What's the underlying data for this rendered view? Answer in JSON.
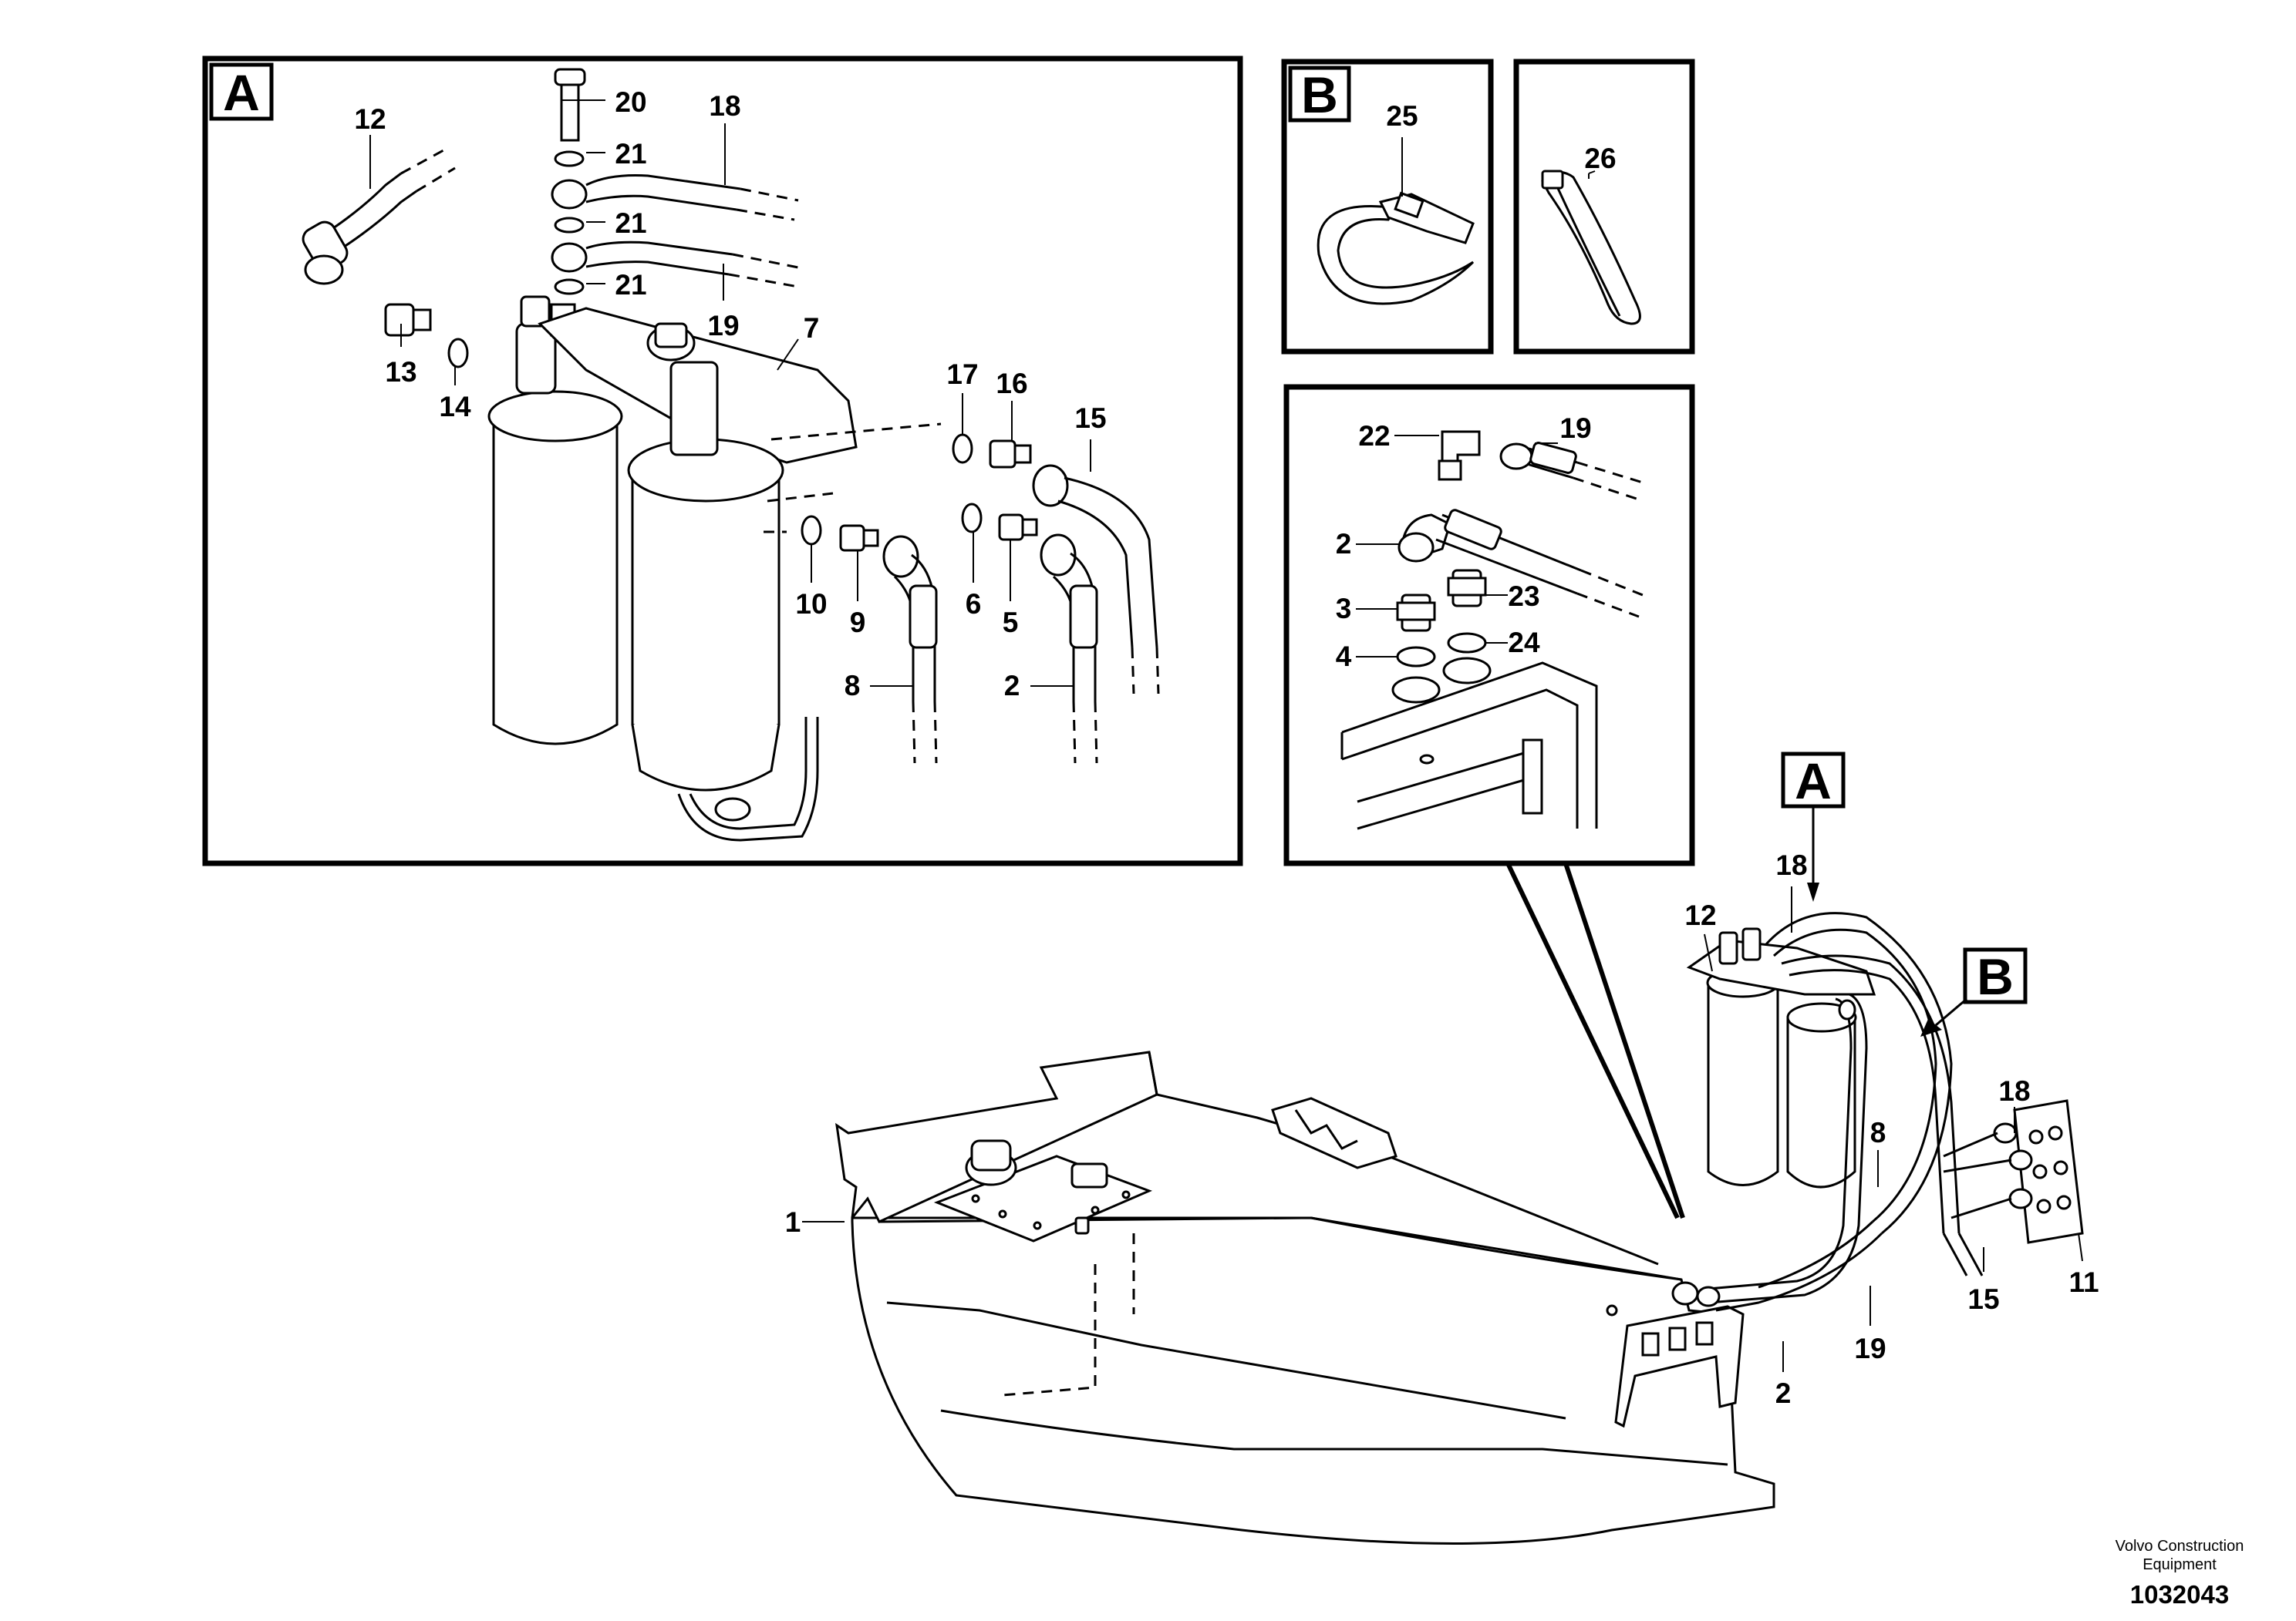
{
  "views": {
    "A": "A",
    "B": "B"
  },
  "detail_a": {
    "labels": [
      "12",
      "20",
      "18",
      "21",
      "21",
      "21",
      "19",
      "7",
      "13",
      "14",
      "17",
      "16",
      "15",
      "10",
      "9",
      "6",
      "5",
      "8",
      "2"
    ]
  },
  "detail_b": {
    "labels": [
      "25"
    ]
  },
  "detail_c": {
    "labels": [
      "26"
    ]
  },
  "detail_d": {
    "labels": [
      "22",
      "19",
      "2",
      "3",
      "23",
      "4",
      "24"
    ]
  },
  "main_view": {
    "labels": [
      "A",
      "18",
      "12",
      "B",
      "18",
      "8",
      "1",
      "15",
      "11",
      "2",
      "19"
    ]
  },
  "footer": {
    "company": "Volvo Construction",
    "company_line2": "Equipment",
    "doc_number": "1032043"
  }
}
